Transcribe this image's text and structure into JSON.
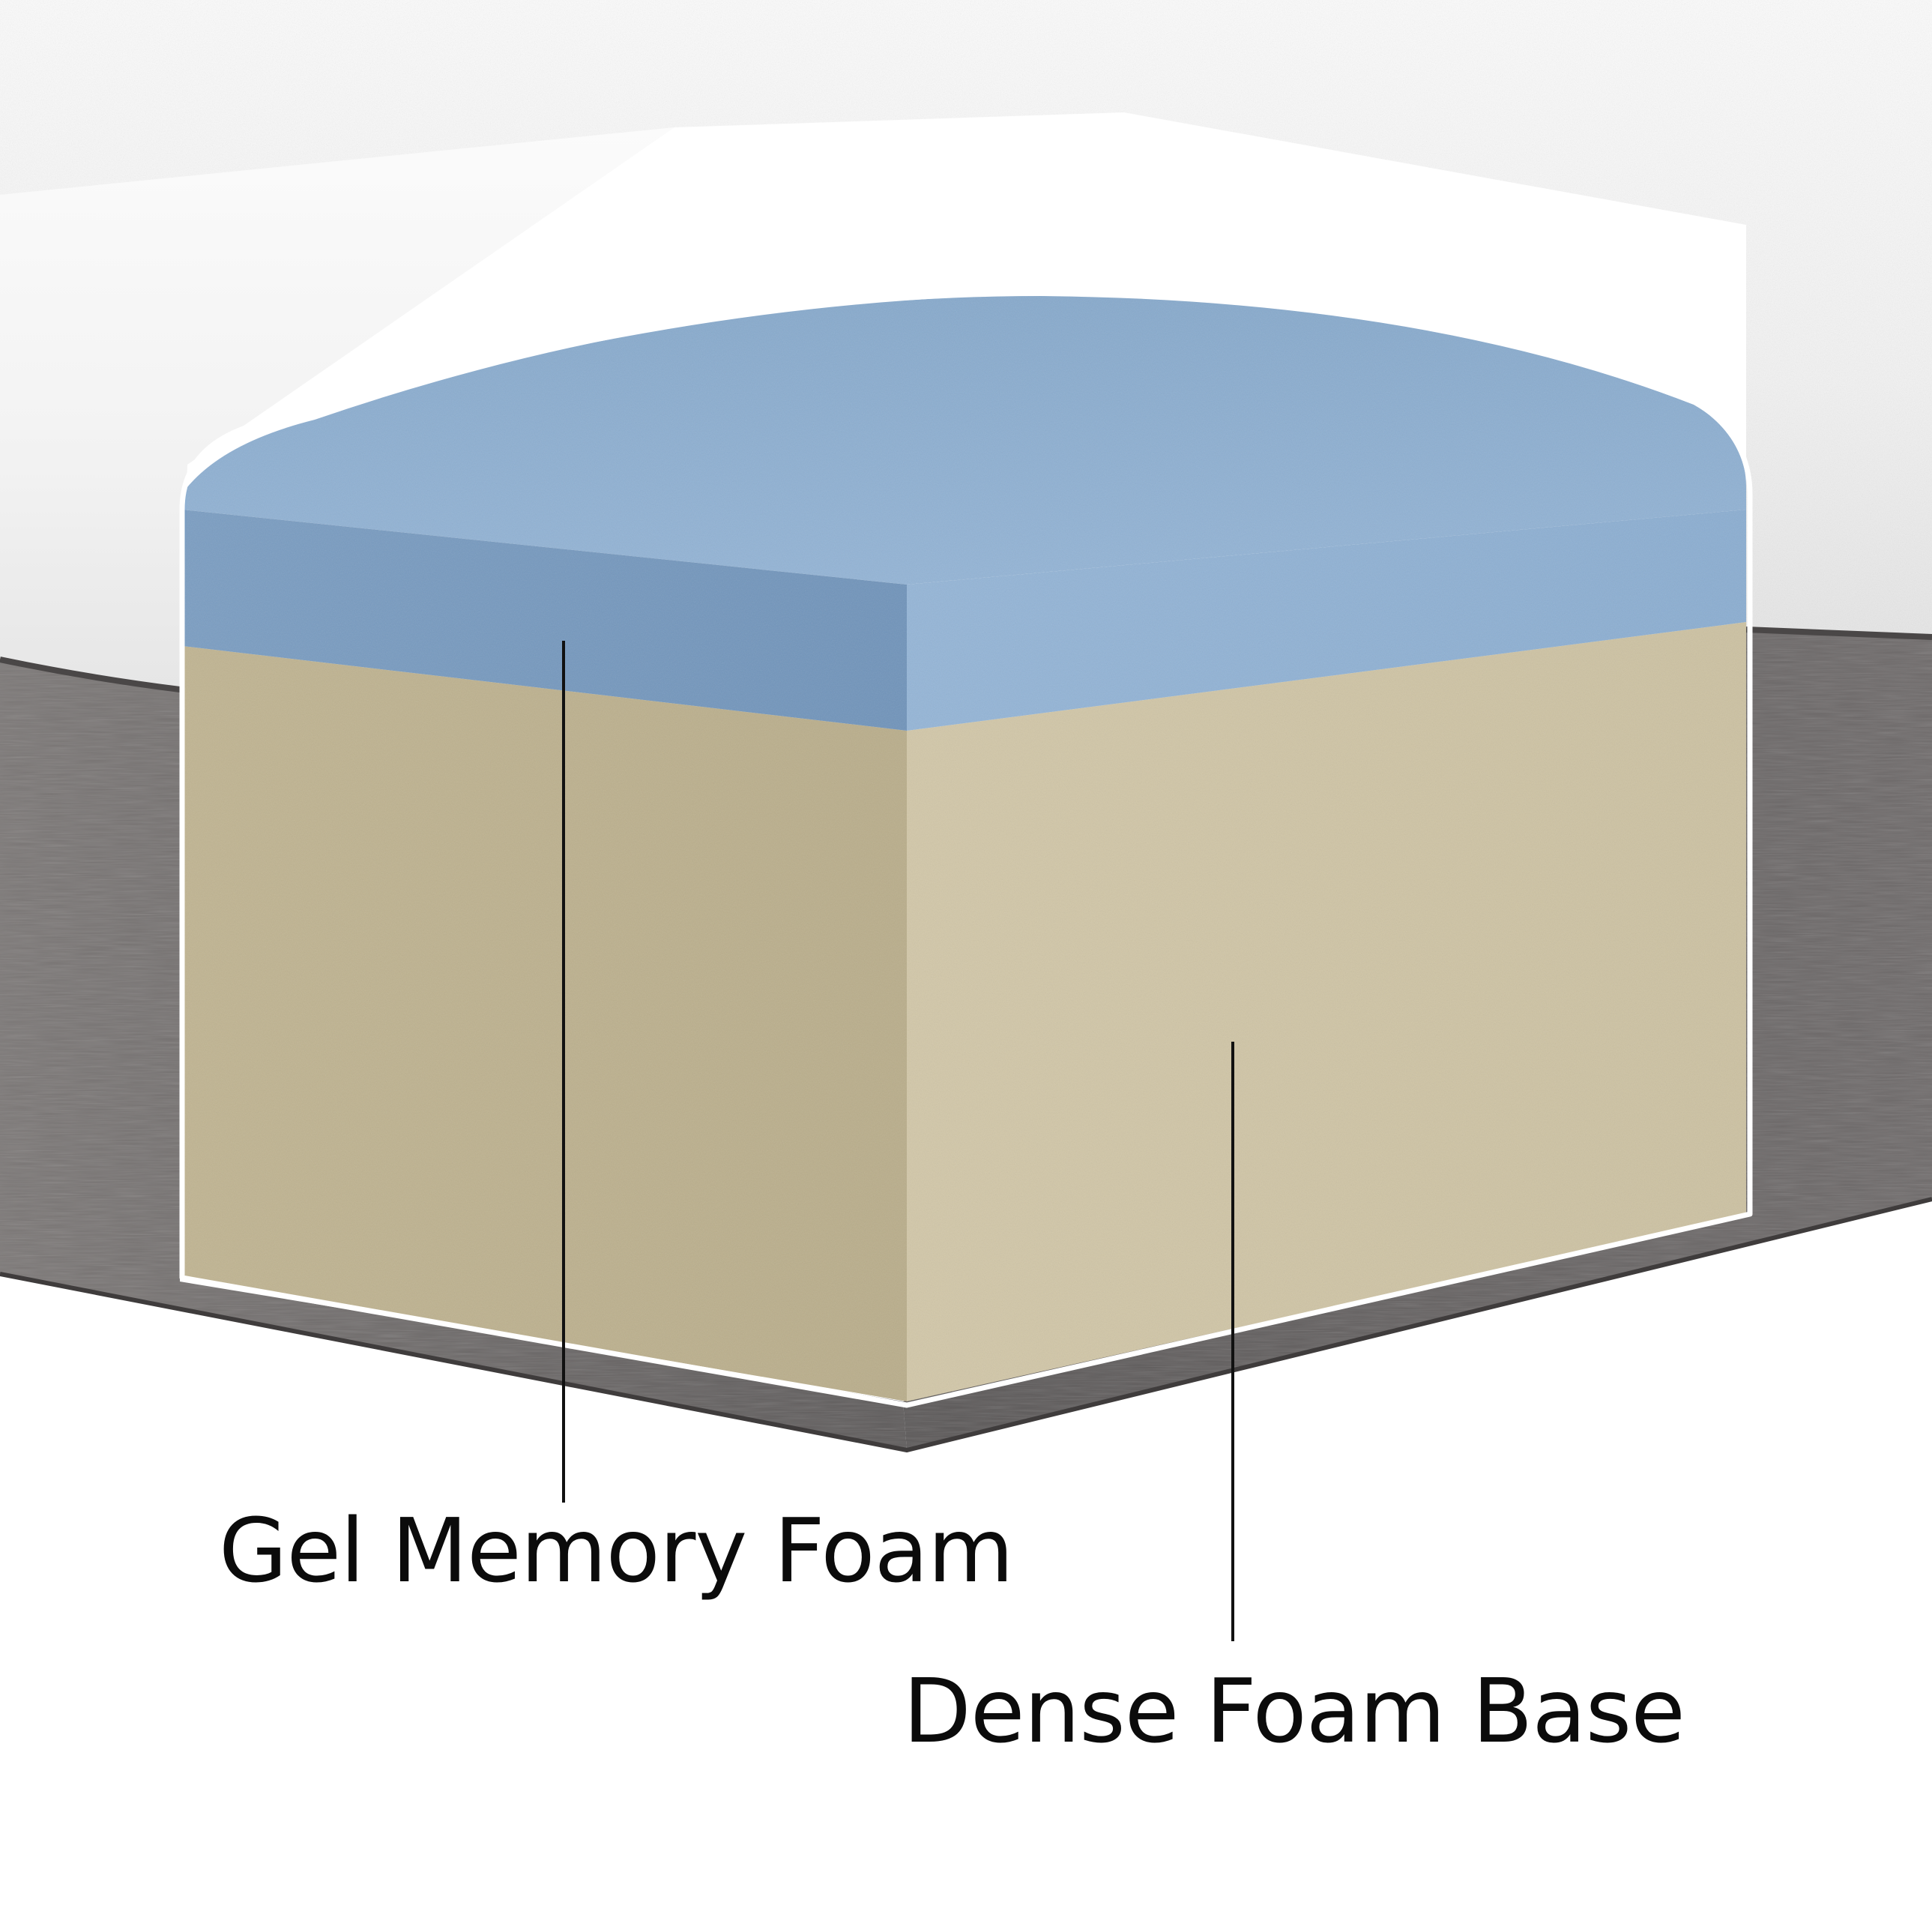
{
  "layers": [
    {
      "id": "gel",
      "label": "Gel Memory Foam",
      "color": "#8fb1d3"
    },
    {
      "id": "base",
      "label": "Dense Foam Base",
      "color": "#cdc1a1"
    }
  ],
  "colors": {
    "cover_top": "#f4f4f4",
    "cover_side": "#6b6868",
    "cutout_outline": "#ffffff",
    "leader_line": "#111111",
    "label_text": "#0b0b0b"
  }
}
